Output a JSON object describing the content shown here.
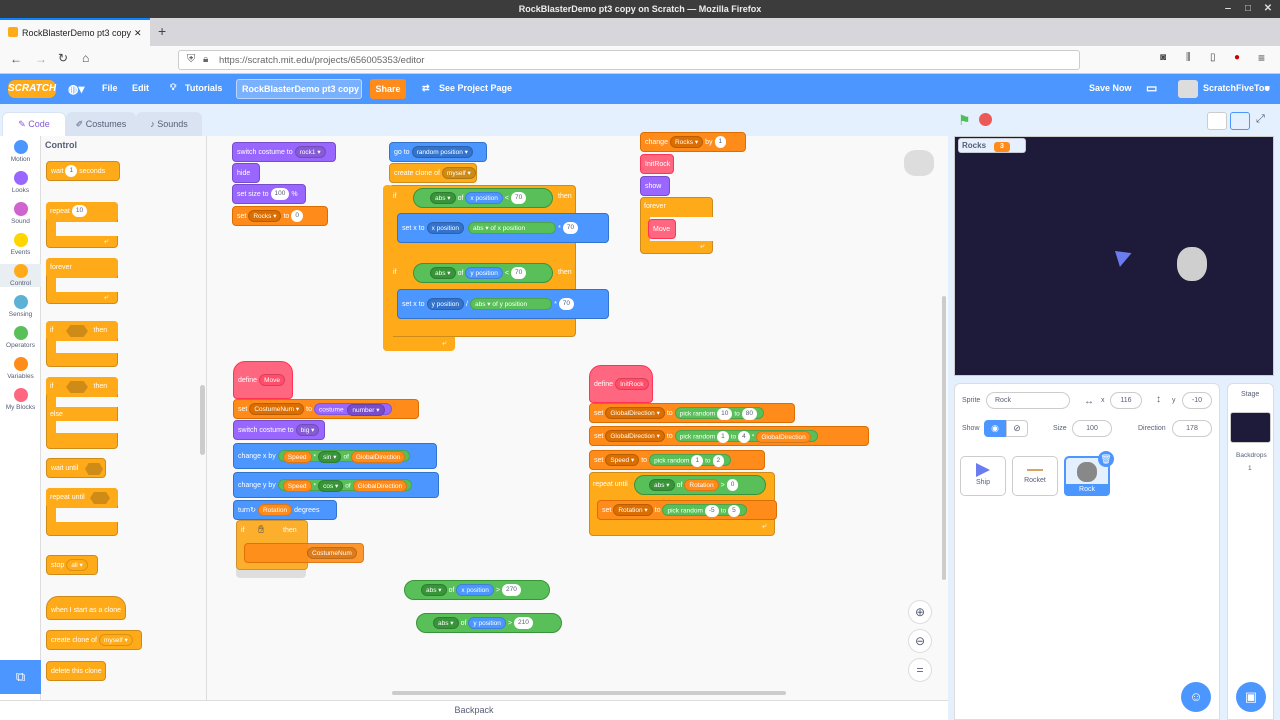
{
  "window": {
    "title": "RockBlasterDemo pt3 copy on Scratch — Mozilla Firefox"
  },
  "browser": {
    "tab_title": "RockBlasterDemo pt3 copy",
    "url": "https://scratch.mit.edu/projects/656005353/editor"
  },
  "menubar": {
    "logo": "SCRATCH",
    "file": "File",
    "edit": "Edit",
    "tutorials": "Tutorials",
    "project_title": "RockBlasterDemo pt3 copy",
    "share": "Share",
    "see_project": "See Project Page",
    "save_now": "Save Now",
    "username": "ScratchFiveToo"
  },
  "tabs": {
    "code": "Code",
    "costumes": "Costumes",
    "sounds": "Sounds"
  },
  "categories": [
    {
      "label": "Motion",
      "color": "#4c97ff"
    },
    {
      "label": "Looks",
      "color": "#9966ff"
    },
    {
      "label": "Sound",
      "color": "#cf63cf"
    },
    {
      "label": "Events",
      "color": "#ffd500"
    },
    {
      "label": "Control",
      "color": "#ffab19"
    },
    {
      "label": "Sensing",
      "color": "#5cb1d6"
    },
    {
      "label": "Operators",
      "color": "#59c059"
    },
    {
      "label": "Variables",
      "color": "#ff8c1a"
    },
    {
      "label": "My Blocks",
      "color": "#ff6680"
    }
  ],
  "palette": {
    "heading": "Control",
    "wait": "wait",
    "wait_val": "1",
    "seconds": "seconds",
    "repeat": "repeat",
    "repeat_val": "10",
    "forever": "forever",
    "if": "if",
    "then": "then",
    "else": "else",
    "wait_until": "wait until",
    "repeat_until": "repeat until",
    "stop": "stop",
    "stop_val": "all",
    "clone_start": "when I start as a clone",
    "create_clone": "create clone of",
    "myself": "myself",
    "delete_clone": "delete this clone"
  },
  "scripts": {
    "s1": {
      "switch_costume": "switch costume to",
      "rock1": "rock1",
      "hide": "hide",
      "set_size": "set size to",
      "size_val": "100",
      "pct": "%",
      "set": "set",
      "rocks": "Rocks",
      "to": "to",
      "zero": "0"
    },
    "s2": {
      "go_to": "go to",
      "random_position": "random position",
      "create_clone": "create clone of",
      "myself": "myself",
      "if": "if",
      "abs": "abs",
      "of": "of",
      "x_position": "x position",
      "y_position": "y position",
      "lt": "<",
      "seventy": "70",
      "then": "then",
      "set_x": "set x to",
      "set_y": "set x to",
      "times": "*",
      "div": "/"
    },
    "s3": {
      "change": "change",
      "rocks": "Rocks",
      "by": "by",
      "one": "1",
      "initrock": "InitRock",
      "show": "show",
      "forever": "forever",
      "move": "Move"
    },
    "s4": {
      "define": "define",
      "move": "Move",
      "set": "set",
      "costumenum": "CostumeNum",
      "to": "to",
      "costume": "costume",
      "number": "number",
      "switch_costume": "switch costume to",
      "big": "big",
      "change_x": "change x by",
      "change_y": "change y by",
      "speed": "Speed",
      "times": "*",
      "sin": "sin",
      "cos": "cos",
      "of": "of",
      "globaldirection": "GlobalDirection",
      "turn": "turn",
      "rotation": "Rotation",
      "degrees": "degrees",
      "if": "if",
      "then": "then",
      "costumenum2": "CostumeNum"
    },
    "s5": {
      "define": "define",
      "initrock": "InitRock",
      "set": "set",
      "globaldirection": "GlobalDirection",
      "to": "to",
      "pick_random": "pick random",
      "ten": "10",
      "eighty": "80",
      "one": "1",
      "four": "4",
      "times": "*",
      "speed": "Speed",
      "two": "2",
      "repeat_until": "repeat until",
      "abs": "abs",
      "of": "of",
      "rotation": "Rotation",
      "gt": ">",
      "zero": "0",
      "minus5": "-5",
      "five": "5"
    },
    "loose1": {
      "abs": "abs",
      "of": "of",
      "x_position": "x position",
      "gt": ">",
      "val": "270"
    },
    "loose2": {
      "abs": "abs",
      "of": "of",
      "y_position": "y position",
      "gt": ">",
      "val": "210"
    }
  },
  "stage": {
    "monitor_label": "Rocks",
    "monitor_value": "3"
  },
  "sprite_info": {
    "sprite_label": "Sprite",
    "sprite_name": "Rock",
    "x_label": "x",
    "x_val": "116",
    "y_label": "y",
    "y_val": "-10",
    "show_label": "Show",
    "size_label": "Size",
    "size_val": "100",
    "direction_label": "Direction",
    "direction_val": "178"
  },
  "sprites": [
    {
      "name": "Ship"
    },
    {
      "name": "Rocket"
    },
    {
      "name": "Rock"
    }
  ],
  "stage_pane": {
    "label": "Stage",
    "backdrops_label": "Backdrops",
    "backdrops_count": "1"
  },
  "backpack": "Backpack"
}
